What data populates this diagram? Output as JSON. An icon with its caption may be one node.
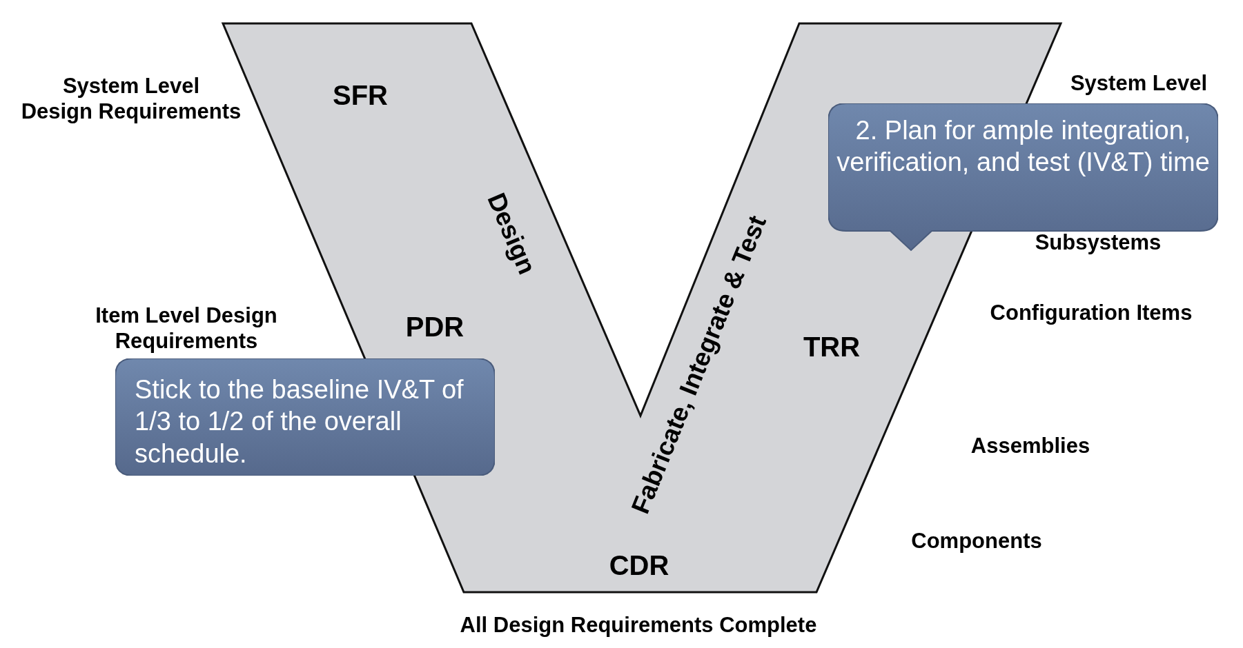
{
  "diagram": {
    "nodes": [
      {
        "text": [
          "SFR",
          "PDR",
          "CDR",
          "TRR",
          "Design",
          "Fabricate, Integrate & Test"
        ]
      },
      {
        "text": [
          "Stick to the baseline IV&T of 1/3 to 1/2 of the overall schedule."
        ]
      },
      {
        "text": [
          "2. Plan for ample integration, verification, and test (IV&T) time"
        ]
      }
    ],
    "labels": [
      "System Level Design Requirements",
      "Item Level Design Requirements",
      "System Level",
      "Subsystems",
      "Configuration Items",
      "Assemblies",
      "Components",
      "All Design Requirements Complete"
    ]
  }
}
